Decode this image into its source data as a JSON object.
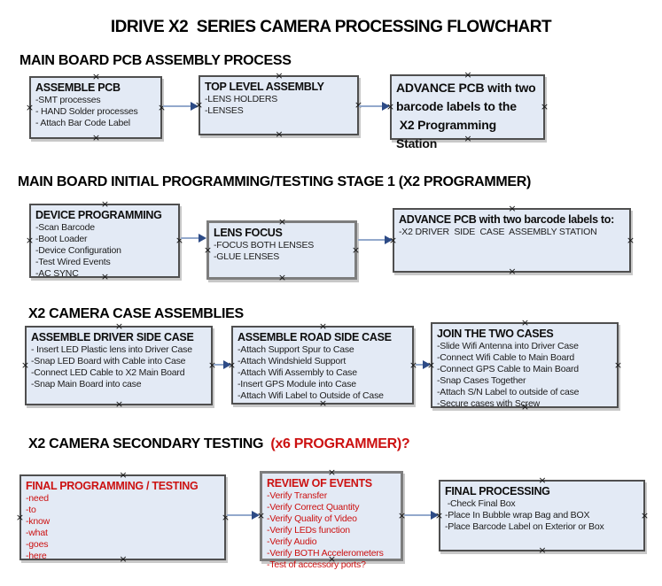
{
  "title": "IDRIVE X2  SERIES CAMERA PROCESSING FLOWCHART",
  "glyphs": {
    "handle": "×"
  },
  "colors": {
    "box_fill": "#e3eaf5",
    "box_border": "#4f4f4f",
    "red_text": "#cc1111",
    "arrow_line": "#93a9cc",
    "arrow_head": "#2d4b86"
  },
  "sections": [
    {
      "heading": "MAIN BOARD PCB ASSEMBLY PROCESS",
      "boxes": [
        {
          "title": "ASSEMBLE PCB",
          "items": [
            "-SMT processes",
            "- HAND Solder processes",
            "- Attach Bar Code Label"
          ]
        },
        {
          "title": "TOP LEVEL ASSEMBLY",
          "items": [
            "-LENS HOLDERS",
            "-LENSES"
          ]
        },
        {
          "title": "ADVANCE PCB with two\nbarcode labels to the\n X2 Programming Station",
          "items": []
        }
      ]
    },
    {
      "heading": "MAIN BOARD INITIAL PROGRAMMING/TESTING STAGE 1 (X2 PROGRAMMER)",
      "boxes": [
        {
          "title": "DEVICE PROGRAMMING",
          "items": [
            "-Scan Barcode",
            "-Boot Loader",
            "-Device Configuration",
            "-Test Wired Events",
            "-AC SYNC"
          ]
        },
        {
          "title": "LENS FOCUS",
          "items": [
            "-FOCUS BOTH LENSES",
            "-GLUE LENSES"
          ]
        },
        {
          "title": "ADVANCE PCB with two barcode labels to:",
          "items": [
            "-X2 DRIVER  SIDE  CASE  ASSEMBLY STATION"
          ]
        }
      ]
    },
    {
      "heading": "X2 CAMERA CASE ASSEMBLIES",
      "boxes": [
        {
          "title": "ASSEMBLE DRIVER SIDE CASE",
          "items": [
            "- Insert LED Plastic lens into Driver Case",
            "-Snap LED Board with Cable into Case",
            "-Connect LED Cable to X2 Main Board",
            "-Snap Main Board into case"
          ]
        },
        {
          "title": "ASSEMBLE ROAD SIDE CASE",
          "items": [
            "-Attach Support Spur to Case",
            "-Attach Windshield Support",
            "-Attach Wifi Assembly to Case",
            "-Insert GPS Module into Case",
            "-Attach Wifi Label to Outside of Case"
          ]
        },
        {
          "title": "JOIN THE TWO CASES",
          "items": [
            "-Slide Wifi Antenna into Driver Case",
            "-Connect Wifi Cable to Main Board",
            "-Connect GPS Cable to Main Board",
            "-Snap Cases Together",
            "-Attach S/N Label to outside of case",
            "-Secure cases with Screw"
          ]
        }
      ]
    },
    {
      "heading": "X2 CAMERA SECONDARY TESTING  ",
      "heading_suffix": "(x6 PROGRAMMER)?",
      "boxes": [
        {
          "title": "FINAL PROGRAMMING / TESTING",
          "items": [
            "-need",
            "-to",
            "-know",
            "-what",
            "-goes",
            "-here"
          ]
        },
        {
          "title": "REVIEW OF EVENTS",
          "items": [
            "-Verify Transfer",
            "-Verify Correct Quantity",
            "-Verify Quality of Video",
            "-Verify LEDs function",
            "-Verify Audio",
            "-Verify BOTH Accelerometers",
            "-Test of accessory ports?"
          ]
        },
        {
          "title": "FINAL PROCESSING",
          "items": [
            " -Check Final Box",
            "-Place In Bubble wrap Bag and BOX",
            "-Place Barcode Label on Exterior or Box"
          ]
        }
      ]
    }
  ]
}
